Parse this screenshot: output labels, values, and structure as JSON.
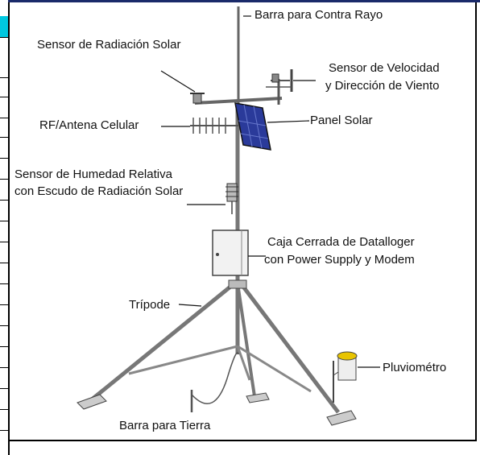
{
  "labels": {
    "lightning_rod": "Barra para Contra Rayo",
    "solar_radiation_sensor": "Sensor de Radiación Solar",
    "wind_sensor_line1": "Sensor de Velocidad",
    "wind_sensor_line2": "y Dirección de Viento",
    "rf_antenna": "RF/Antena Celular",
    "solar_panel": "Panel Solar",
    "humidity_sensor_line1": "Sensor de Humedad Relativa",
    "humidity_sensor_line2": "con Escudo de Radiación Solar",
    "datalogger_line1": "Caja Cerrada de Datalloger",
    "datalogger_line2": "con Power Supply y Modem",
    "tripod": "Trípode",
    "rain_gauge": "Pluviométro",
    "ground_rod": "Barra para Tierra"
  },
  "colors": {
    "structure": "#555555",
    "panel": "#2a3a9a",
    "rain_gauge_top": "#e8c400",
    "accent_strip": "#00c8e0"
  }
}
